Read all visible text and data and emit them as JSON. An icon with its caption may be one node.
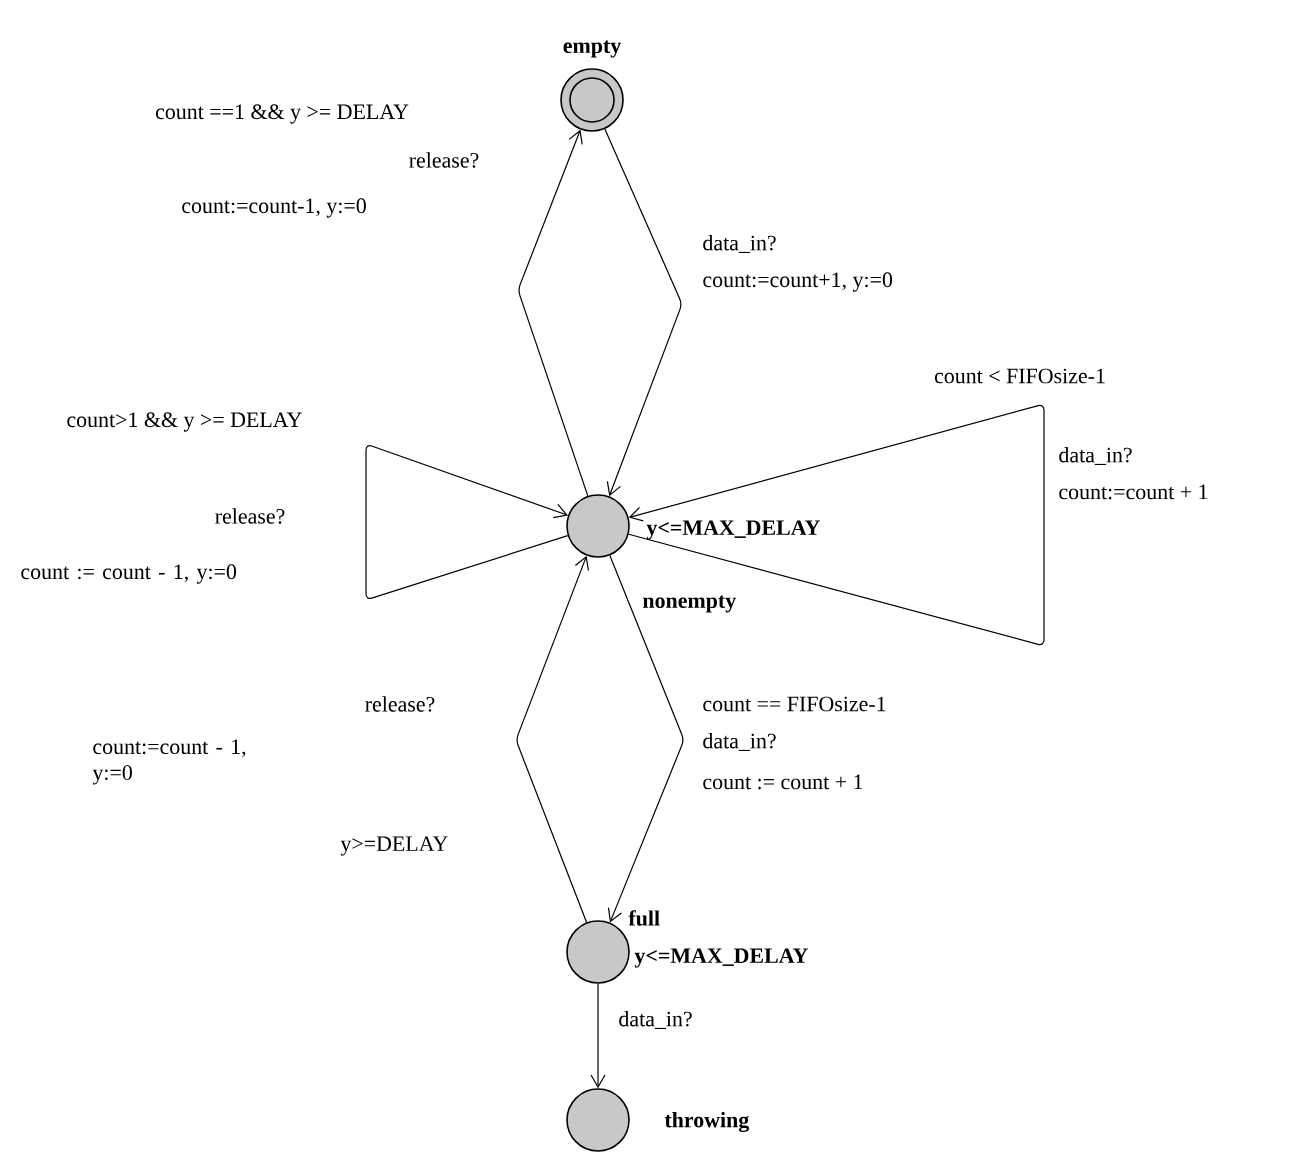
{
  "diagram": {
    "nodes": [
      {
        "text": [
          "empty"
        ]
      },
      {
        "text": [
          "y<=MAX_DELAY",
          "nonempty"
        ]
      },
      {
        "text": [
          "full",
          "y<=MAX_DELAY"
        ]
      },
      {
        "text": [
          "throwing"
        ]
      }
    ],
    "edges": [
      {
        "from": 1,
        "to": 0,
        "arrow": "to",
        "label": "release?"
      },
      {
        "from": 0,
        "to": 1,
        "arrow": "to",
        "label": "data_in?"
      },
      {
        "from": 1,
        "to": 1,
        "arrow": "to",
        "label": "release?"
      },
      {
        "from": 1,
        "to": 1,
        "arrow": "to",
        "label": "data_in?"
      },
      {
        "from": 1,
        "to": 2,
        "arrow": "to",
        "label": "data_in?"
      },
      {
        "from": 2,
        "to": 1,
        "arrow": "to",
        "label": "release?"
      },
      {
        "from": 2,
        "to": 3,
        "arrow": "to",
        "label": "data_in?"
      }
    ],
    "labels": [
      "count ==1 && y >= DELAY",
      "count:=count-1, y:=0",
      "count:=count+1, y:=0",
      "count < FIFOsize-1",
      "count>1 && y >= DELAY",
      "count:=count + 1",
      "count := count - 1, y:=0",
      "count:=count - 1, y:=0",
      "count == FIFOsize-1",
      "count := count + 1",
      "y>=DELAY"
    ]
  }
}
